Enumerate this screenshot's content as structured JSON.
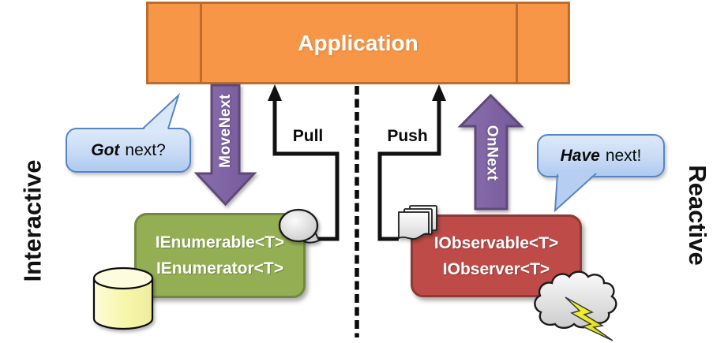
{
  "app": {
    "title": "Application"
  },
  "sides": {
    "left": {
      "axis_label": "Interactive",
      "flow_label": "Pull",
      "arrow_label": "MoveNext",
      "bubble": {
        "emphasis": "Got",
        "rest": "next?"
      },
      "box": {
        "line1": "IEnumerable<T>",
        "line2": "IEnumerator<T>"
      }
    },
    "right": {
      "axis_label": "Reactive",
      "flow_label": "Push",
      "arrow_label": "OnNext",
      "bubble": {
        "emphasis": "Have",
        "rest": "next!"
      },
      "box": {
        "line1": "IObservable<T>",
        "line2": "IObserver<T>"
      }
    }
  },
  "icons": {
    "left_box": "interface-balloon-icon",
    "right_box": "document-stack-icon",
    "left_source": "database-cylinder-icon",
    "right_source": "storm-cloud-icon",
    "right_source_detail": "lightning-bolt-icon",
    "divider": "dashed-divider-line"
  },
  "colors": {
    "application_fill": "#F79646",
    "application_border": "#BC6C2D",
    "interactive_box_fill": "#94AF53",
    "interactive_box_border": "#71893F",
    "reactive_box_fill": "#BE4B48",
    "reactive_box_border": "#8E3A37",
    "block_arrow_fill": "#8064A2",
    "block_arrow_border": "#5E4A78",
    "bubble_fill": "#D9E7F8",
    "bubble_border": "#5585C5",
    "database_fill": "#F9F8B5",
    "lightning_fill": "#F2EF20",
    "line_color": "#111111"
  }
}
